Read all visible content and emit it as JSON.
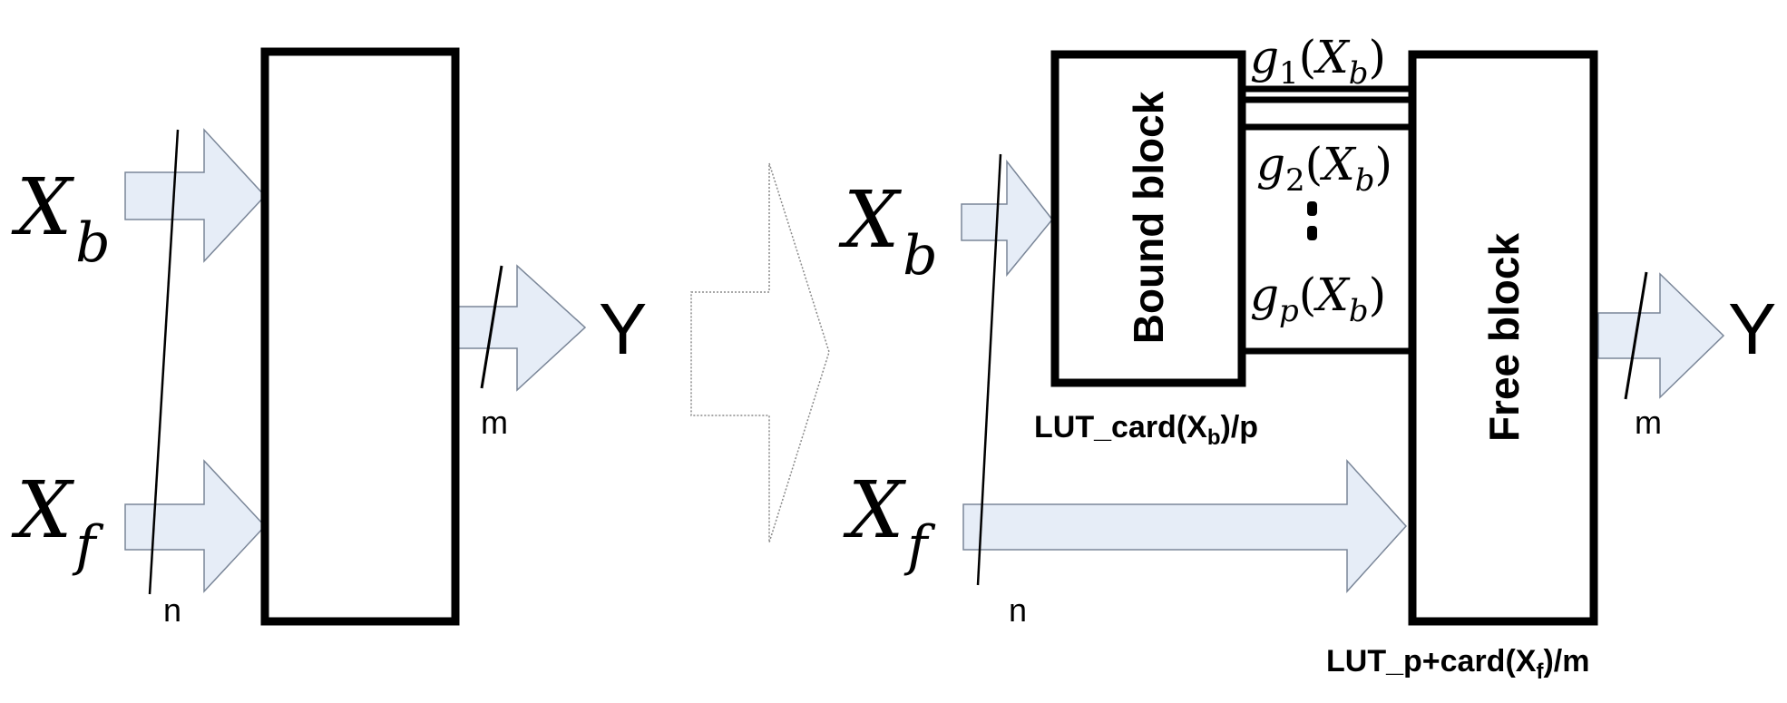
{
  "left": {
    "input_b": {
      "main": "X",
      "sub": "b"
    },
    "input_f": {
      "main": "X",
      "sub": "f"
    },
    "output": "Y",
    "n_label": "n",
    "m_label": "m"
  },
  "right": {
    "input_b": {
      "main": "X",
      "sub": "b"
    },
    "input_f": {
      "main": "X",
      "sub": "f"
    },
    "output": "Y",
    "n_label": "n",
    "m_label": "m",
    "bound_block": {
      "label": "Bound block",
      "color": "#0070C0"
    },
    "free_block": {
      "label": "Free block",
      "color": "#FF0000"
    },
    "g1": {
      "fn": "g",
      "idx": "1",
      "arg": "X",
      "argsub": "b"
    },
    "g2": {
      "fn": "g",
      "idx": "2",
      "arg": "X",
      "argsub": "b"
    },
    "gp": {
      "fn": "g",
      "idx": "p",
      "arg": "X",
      "argsub": "b"
    },
    "lut_bound": {
      "pre": "LUT_card(X",
      "sub": "b",
      "post": ")/p"
    },
    "lut_free": {
      "pre": "LUT_p+card(X",
      "sub": "f",
      "post": ")/m"
    }
  },
  "colors": {
    "arrow_fill": "#E6EDF7",
    "arrow_stroke": "#7A8698"
  }
}
